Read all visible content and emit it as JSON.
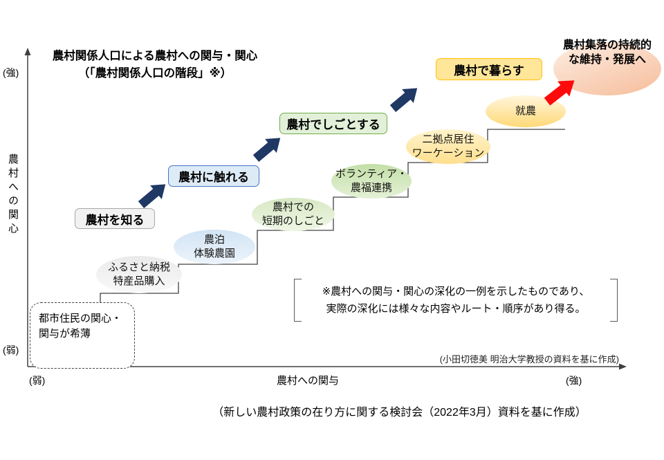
{
  "title": {
    "line1": "農村関係人口による農村への関与・関心",
    "line2": "（「農村関係人口の階段」※）"
  },
  "y_axis": {
    "top_label": "(強)",
    "bottom_label": "(弱)",
    "axis_label": "農村への関心"
  },
  "x_axis": {
    "left_label": "(弱)",
    "right_label": "(強)",
    "axis_label": "農村への関与"
  },
  "origin_box": {
    "line1": "都市住民の関心・",
    "line2": "関与が希薄"
  },
  "step_boxes": [
    {
      "label": "農村を知る"
    },
    {
      "label": "農村に触れる"
    },
    {
      "label": "農村でしごとする"
    },
    {
      "label": "農村で暮らす"
    }
  ],
  "activities": [
    {
      "line1": "ふるさと納税",
      "line2": "特産品購入"
    },
    {
      "line1": "農泊",
      "line2": "体験農園"
    },
    {
      "line1": "農村での",
      "line2": "短期のしごと"
    },
    {
      "line1": "ボランティア・",
      "line2": "農福連携"
    },
    {
      "line1": "二拠点居住",
      "line2": "ワーケーション"
    },
    {
      "line1": "就農"
    }
  ],
  "goal": {
    "line1": "農村集落の持続的",
    "line2": "な維持・発展へ"
  },
  "note": {
    "line1": "※農村への関与・関心の深化の一例を示したものであり、",
    "line2": "実際の深化には様々な内容やルート・順序があり得る。"
  },
  "source_note": "(小田切徳美 明治大学教授の資料を基に作成)",
  "caption": "（新しい農村政策の在り方に関する検討会（2022年3月）資料を基に作成）",
  "colors": {
    "step1_fill": "#F2F2F2",
    "step1_border": "#A6A6A6",
    "step2_fill": "#DDEBF7",
    "step2_border": "#4472C4",
    "step3_fill": "#E2F0D9",
    "step3_border": "#70AD47",
    "step4_fill": "#FFE699",
    "step4_border": "#FFC000",
    "activity5_fill": "#FFDF8E",
    "activity6_fill": "#FFD977",
    "goal_fill": "#F6BD9B",
    "arrow_navy": "#1F3864",
    "arrow_red": "#FF0A0A",
    "axis": "#404040"
  }
}
